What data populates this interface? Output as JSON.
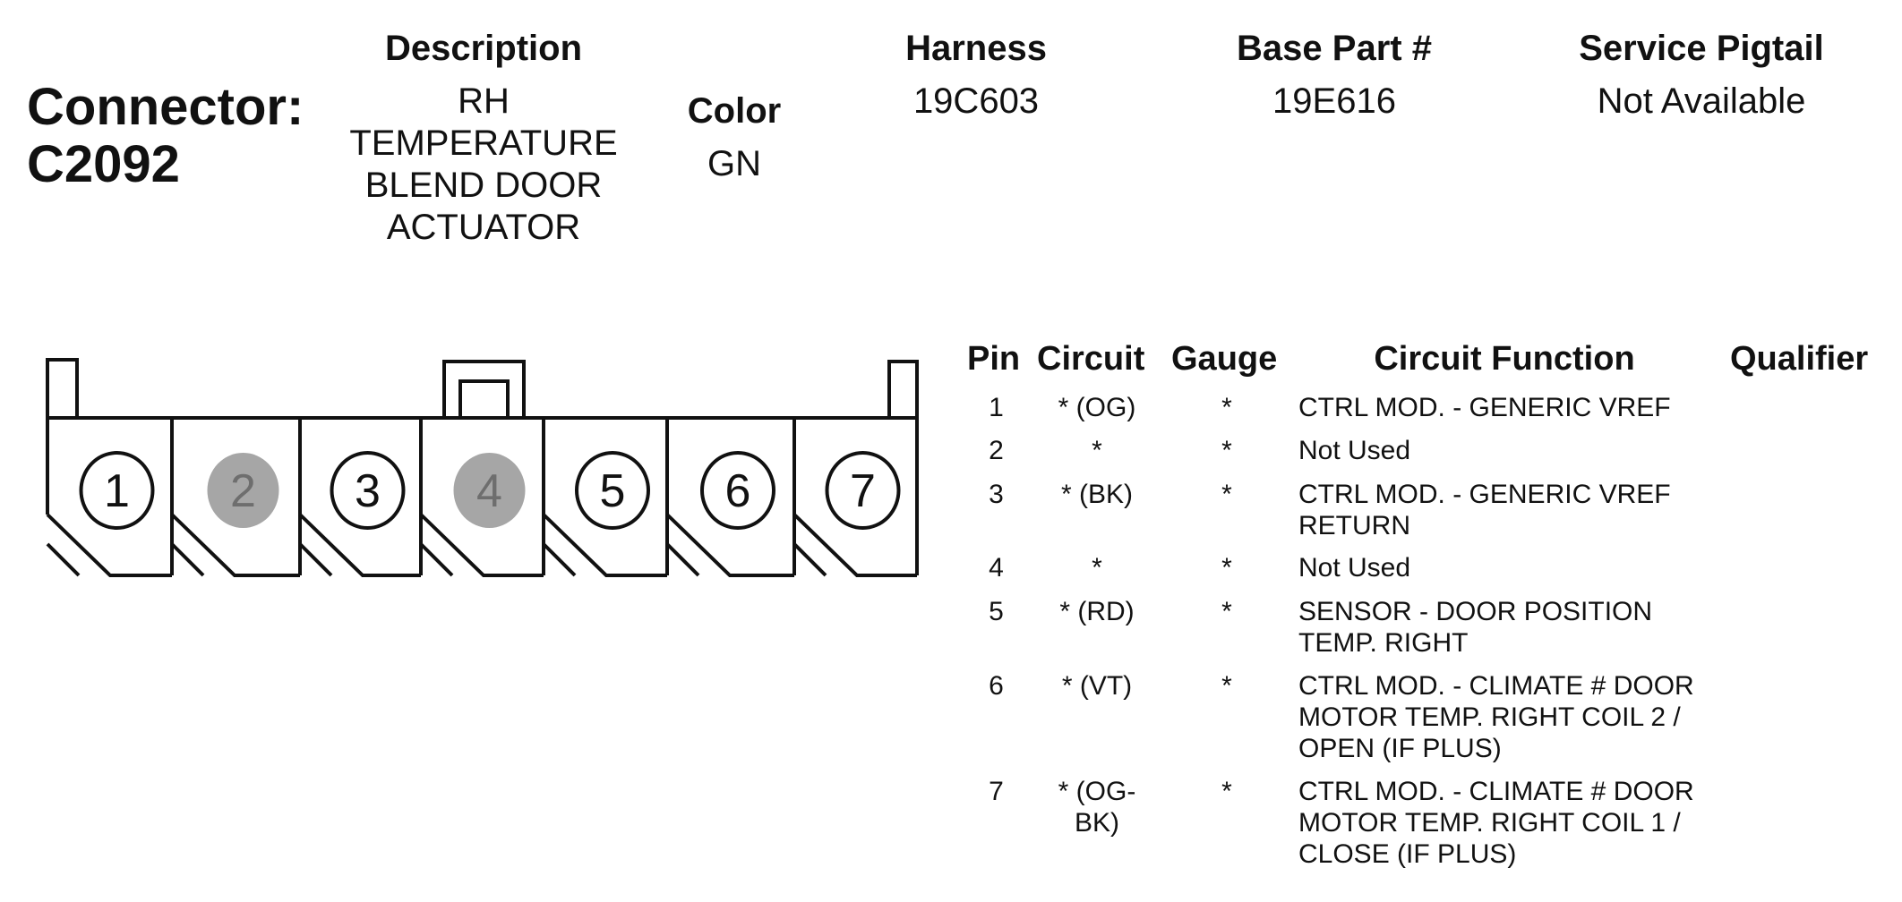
{
  "connector": {
    "label_line1": "Connector:",
    "label_line2": "C2092"
  },
  "description": {
    "header": "Description",
    "lines": [
      "RH",
      "TEMPERATURE",
      "BLEND DOOR",
      "ACTUATOR"
    ]
  },
  "color": {
    "header": "Color",
    "value": "GN"
  },
  "harness": {
    "header": "Harness",
    "value": "19C603"
  },
  "base_part": {
    "header": "Base Part #",
    "value": "19E616"
  },
  "service_pigtail": {
    "header": "Service Pigtail",
    "value": "Not Available"
  },
  "diagram": {
    "cavities": [
      {
        "number": "1",
        "used": true
      },
      {
        "number": "2",
        "used": false
      },
      {
        "number": "3",
        "used": true
      },
      {
        "number": "4",
        "used": false
      },
      {
        "number": "5",
        "used": true
      },
      {
        "number": "6",
        "used": true
      },
      {
        "number": "7",
        "used": true
      }
    ],
    "line_color": "#111111",
    "unused_fill": "#a6a6a6",
    "unused_text": "#6e6e6e"
  },
  "pin_table": {
    "headers": {
      "pin": "Pin",
      "circuit": "Circuit",
      "gauge": "Gauge",
      "function": "Circuit Function",
      "qualifier": "Qualifier"
    },
    "rows": [
      {
        "pin": "1",
        "circuit": [
          "* (OG)"
        ],
        "gauge": "*",
        "function": [
          "CTRL MOD. - GENERIC VREF"
        ]
      },
      {
        "pin": "2",
        "circuit": [
          "*"
        ],
        "gauge": "*",
        "function": [
          "Not Used"
        ]
      },
      {
        "pin": "3",
        "circuit": [
          "* (BK)"
        ],
        "gauge": "*",
        "function": [
          "CTRL MOD. - GENERIC VREF",
          "RETURN"
        ]
      },
      {
        "pin": "4",
        "circuit": [
          "*"
        ],
        "gauge": "*",
        "function": [
          "Not Used"
        ]
      },
      {
        "pin": "5",
        "circuit": [
          "* (RD)"
        ],
        "gauge": "*",
        "function": [
          "SENSOR - DOOR POSITION",
          "TEMP. RIGHT"
        ]
      },
      {
        "pin": "6",
        "circuit": [
          "* (VT)"
        ],
        "gauge": "*",
        "function": [
          "CTRL MOD. - CLIMATE # DOOR",
          "MOTOR TEMP. RIGHT COIL 2 /",
          "OPEN (IF PLUS)"
        ]
      },
      {
        "pin": "7",
        "circuit": [
          "* (OG-",
          "BK)"
        ],
        "gauge": "*",
        "function": [
          "CTRL MOD. - CLIMATE # DOOR",
          "MOTOR TEMP. RIGHT COIL 1 /",
          "CLOSE (IF PLUS)"
        ]
      }
    ]
  }
}
